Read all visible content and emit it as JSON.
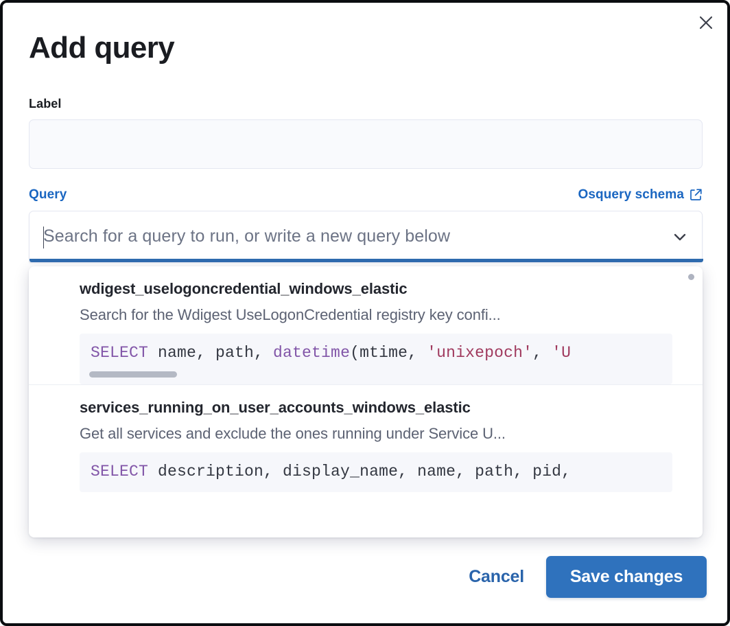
{
  "modal": {
    "title": "Add query",
    "close_icon": "close-icon"
  },
  "label_field": {
    "label": "Label",
    "value": "",
    "placeholder": ""
  },
  "query_section": {
    "label": "Query",
    "schema_link": "Osquery schema",
    "schema_link_icon": "external-link-icon"
  },
  "combo": {
    "placeholder": "Search for a query to run, or write a new query below",
    "value": "",
    "chevron_icon": "chevron-down-icon",
    "focused": true,
    "focus_color": "#2f6cb0"
  },
  "dropdown": {
    "options": [
      {
        "title": "wdigest_uselogoncredential_windows_elastic",
        "description": "Search for the Wdigest UseLogonCredential registry key confi...",
        "code_tokens": [
          {
            "t": "SELECT",
            "k": "kw"
          },
          {
            "t": " name, path, ",
            "k": "plain"
          },
          {
            "t": "datetime",
            "k": "fn"
          },
          {
            "t": "(mtime, ",
            "k": "plain"
          },
          {
            "t": "'unixepoch'",
            "k": "str"
          },
          {
            "t": ", ",
            "k": "plain"
          },
          {
            "t": "'U",
            "k": "str"
          }
        ],
        "has_scrollbar": true
      },
      {
        "title": "services_running_on_user_accounts_windows_elastic",
        "description": "Get all services and exclude the ones running under Service U...",
        "code_tokens": [
          {
            "t": "SELECT",
            "k": "kw"
          },
          {
            "t": " description, display_name, name, path, pid,",
            "k": "plain"
          }
        ],
        "has_scrollbar": false
      }
    ]
  },
  "footer": {
    "cancel_label": "Cancel",
    "save_label": "Save changes",
    "save_color": "#2f72bd"
  },
  "colors": {
    "link": "#1a66c1",
    "title": "#1a1c21",
    "code_keyword": "#8256a8",
    "code_string": "#a03a5e",
    "code_plain": "#343842"
  }
}
